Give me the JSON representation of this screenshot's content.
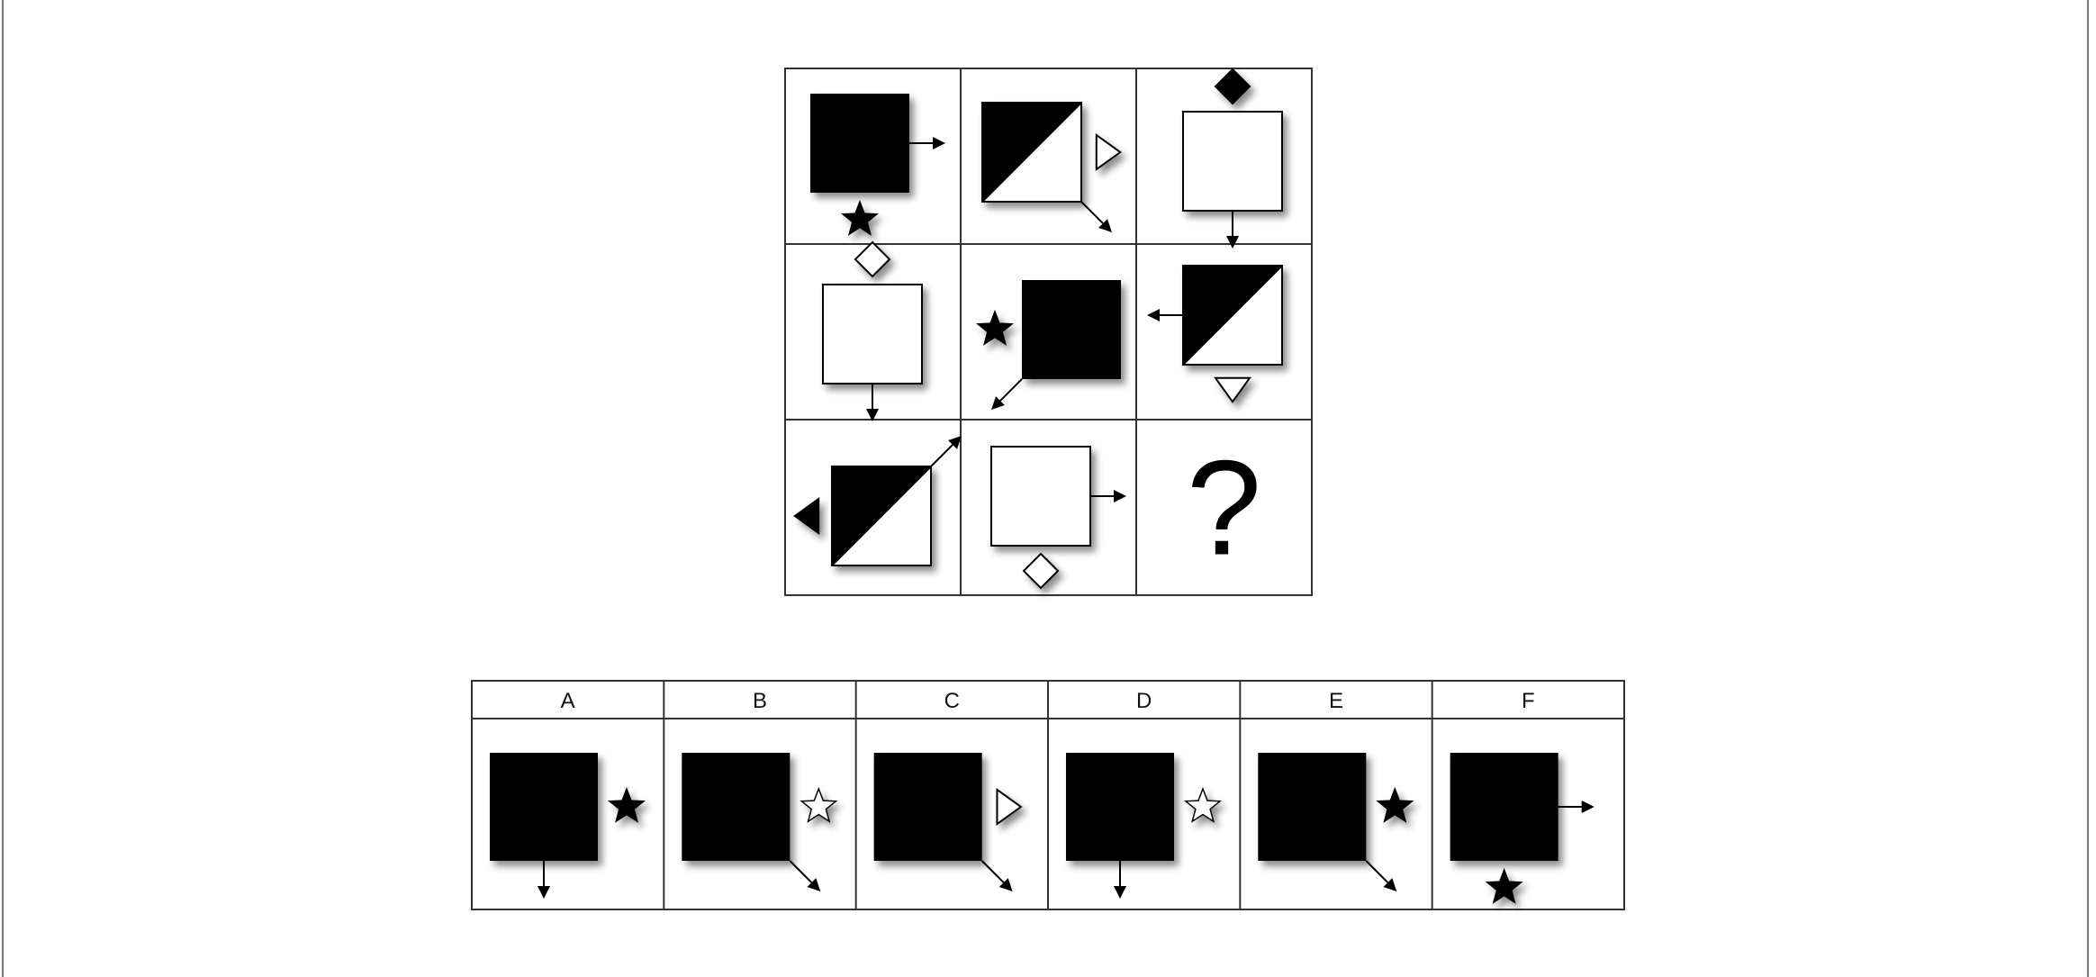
{
  "puzzle": {
    "question_mark": "?",
    "matrix": [
      [
        {
          "square": "black",
          "arrow": "right",
          "marker": {
            "shape": "star",
            "fill": "black",
            "side": "bottom"
          }
        },
        {
          "square": "split-black-top-left",
          "arrow": "down-right",
          "marker": {
            "shape": "triangle",
            "fill": "white",
            "side": "right"
          }
        },
        {
          "square": "white",
          "arrow": "down",
          "marker": {
            "shape": "diamond",
            "fill": "black",
            "side": "top"
          }
        }
      ],
      [
        {
          "square": "white",
          "arrow": "down",
          "marker": {
            "shape": "diamond",
            "fill": "white",
            "side": "top"
          }
        },
        {
          "square": "black",
          "arrow": "down-left",
          "marker": {
            "shape": "star",
            "fill": "black",
            "side": "left"
          }
        },
        {
          "square": "split-black-top-left",
          "arrow": "left",
          "marker": {
            "shape": "triangle",
            "fill": "white",
            "side": "bottom"
          }
        }
      ],
      [
        {
          "square": "split-black-top-left",
          "arrow": "up-right",
          "marker": {
            "shape": "triangle",
            "fill": "black",
            "side": "left"
          }
        },
        {
          "square": "white",
          "arrow": "right",
          "marker": {
            "shape": "diamond",
            "fill": "white",
            "side": "bottom"
          }
        },
        null
      ]
    ]
  },
  "options": [
    {
      "label": "A",
      "square": "black",
      "arrow": "down",
      "marker": {
        "shape": "star",
        "fill": "black",
        "side": "right"
      }
    },
    {
      "label": "B",
      "square": "black",
      "arrow": "down-right",
      "marker": {
        "shape": "star",
        "fill": "white",
        "side": "right"
      }
    },
    {
      "label": "C",
      "square": "black",
      "arrow": "down-right",
      "marker": {
        "shape": "triangle",
        "fill": "white",
        "side": "right"
      }
    },
    {
      "label": "D",
      "square": "black",
      "arrow": "down",
      "marker": {
        "shape": "star",
        "fill": "white",
        "side": "right"
      }
    },
    {
      "label": "E",
      "square": "black",
      "arrow": "down-right",
      "marker": {
        "shape": "star",
        "fill": "black",
        "side": "right"
      }
    },
    {
      "label": "F",
      "square": "black",
      "arrow": "right",
      "marker": {
        "shape": "star",
        "fill": "black",
        "side": "bottom"
      }
    }
  ],
  "colors": {
    "ink": "#000000",
    "paper": "#ffffff",
    "grid_line": "#333333",
    "frame": "#777777"
  }
}
